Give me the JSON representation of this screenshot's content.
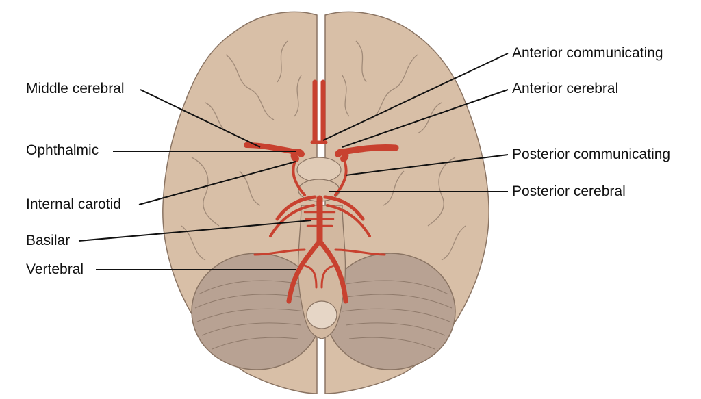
{
  "labels": {
    "left": {
      "middle_cerebral": "Middle cerebral",
      "ophthalmic": "Ophthalmic",
      "internal_carotid": "Internal carotid",
      "basilar": "Basilar",
      "vertebral": "Vertebral"
    },
    "right": {
      "anterior_communicating": "Anterior communicating",
      "anterior_cerebral": "Anterior cerebral",
      "posterior_communicating": "Posterior communicating",
      "posterior_cerebral": "Posterior cerebral"
    }
  },
  "colors": {
    "brain_fill": "#d8bfa7",
    "brain_stroke": "#8a7463",
    "cerebellum_fill": "#b8a293",
    "artery": "#c8412f",
    "leader_line": "#111111"
  }
}
